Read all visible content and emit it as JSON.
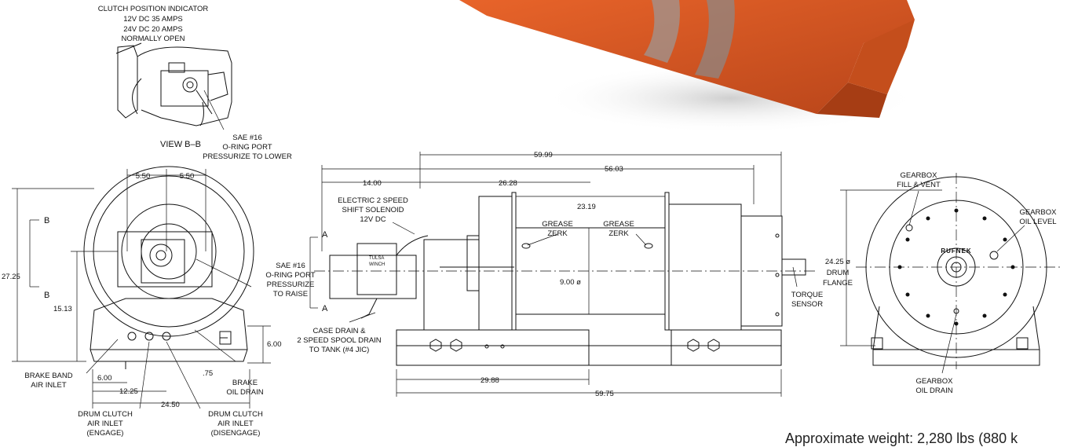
{
  "top_view": {
    "clutch_title": "CLUTCH POSITION INDICATOR",
    "clutch_line2": "12V DC 35 AMPS",
    "clutch_line3": "24V DC 20 AMPS",
    "clutch_line4": "NORMALLY OPEN",
    "view_label": "VIEW B–B",
    "port1": "SAE #16",
    "port2": "O-RING PORT",
    "port3": "PRESSURIZE TO LOWER"
  },
  "left_view": {
    "dim_550a": "5.50",
    "dim_550b": "5.50",
    "section_b1": "B",
    "section_b2": "B",
    "dim_2725": "27.25",
    "dim_1513": "15.13",
    "dim_600r": "6.00",
    "dim_75": ".75",
    "dim_600l": "6.00",
    "dim_1225": "12.25",
    "dim_2450": "24.50",
    "sae1": "SAE #16",
    "sae2": "O-RING PORT",
    "sae3": "PRESSURIZE",
    "sae4": "TO RAISE",
    "brake_band1": "BRAKE BAND",
    "brake_band2": "AIR INLET",
    "brake_oil1": "BRAKE",
    "brake_oil2": "OIL DRAIN",
    "engage1": "DRUM CLUTCH",
    "engage2": "AIR INLET",
    "engage3": "(ENGAGE)",
    "disengage1": "DRUM CLUTCH",
    "disengage2": "AIR INLET",
    "disengage3": "(DISENGAGE)"
  },
  "side_view": {
    "dim_5999": "59.99",
    "dim_5603": "56.03",
    "dim_1400": "14.00",
    "dim_2628": "26.28",
    "dim_2319": "23.19",
    "dim_900": "9.00 ø",
    "dim_2988": "29.88",
    "dim_5975": "59.75",
    "section_a1": "A",
    "section_a2": "A",
    "sol1": "ELECTRIC 2 SPEED",
    "sol2": "SHIFT SOLENOID",
    "sol3": "12V DC",
    "grease1a": "GREASE",
    "grease1b": "ZERK",
    "grease2a": "GREASE",
    "grease2b": "ZERK",
    "case1": "CASE DRAIN &",
    "case2": "2 SPEED SPOOL DRAIN",
    "case3": "TO TANK (#4 JIC)",
    "torque1": "TORQUE",
    "torque2": "SENSOR",
    "valve1": "TULSA",
    "valve2": "WINCH"
  },
  "right_view": {
    "fill1": "GEARBOX",
    "fill2": "FILL & VENT",
    "level1": "GEARBOX",
    "level2": "OIL LEVEL",
    "flange1": "24.25 ø",
    "flange2": "DRUM",
    "flange3": "FLANGE",
    "drain1": "GEARBOX",
    "drain2": "OIL DRAIN",
    "brand": "RUFNEK"
  },
  "footer": {
    "approx": "Approximate weight: 2,280 lbs (880 k"
  },
  "colors": {
    "photo_orange": "#d9531e",
    "photo_shadow": "#a63d14",
    "line": "#111111"
  }
}
